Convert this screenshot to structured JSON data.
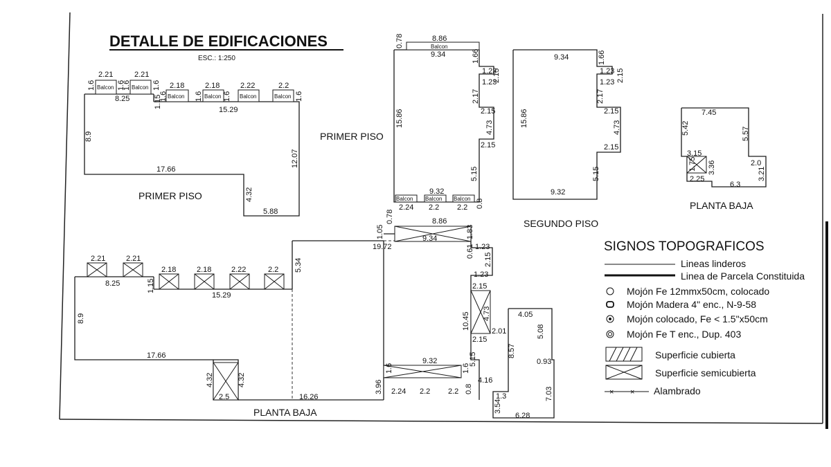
{
  "title": "DETALLE DE EDIFICACIONES",
  "scale": "ESC.: 1:250",
  "floors": {
    "left_first": "PRIMER PISO",
    "mid_first": "PRIMER PISO",
    "second": "SEGUNDO PISO",
    "ground_small": "PLANTA BAJA",
    "ground_large": "PLANTA BAJA"
  },
  "balcon": "Balcon",
  "dims": {
    "lf": [
      "2.21",
      "2.21",
      "1.6",
      "1.6",
      "1.6",
      "1.6",
      "8.25",
      "2.18",
      "2.18",
      "2.22",
      "2.2",
      "1.15",
      "1.6",
      "1.6",
      "1.6",
      "1.6",
      "15.29",
      "8.9",
      "17.66",
      "12.07",
      "4.32",
      "5.88"
    ],
    "mf": [
      "0.78",
      "8.86",
      "9.34",
      "1.66",
      "1.23",
      "1.23",
      "2.15",
      "2.17",
      "2.15",
      "15.86",
      "4.73",
      "2.15",
      "5.15",
      "9.32",
      "2.24",
      "2.2",
      "2.2",
      "0.8"
    ],
    "sf": [
      "9.34",
      "1.66",
      "1.23",
      "1.23",
      "2.15",
      "2.17",
      "2.15",
      "15.86",
      "4.73",
      "2.15",
      "5.15",
      "9.32"
    ],
    "gs": [
      "7.45",
      "5.42",
      "5.57",
      "3.15",
      "1.75",
      "3.36",
      "2.0",
      "3.21",
      "2.25",
      "6.3"
    ],
    "gl": [
      "2.21",
      "2.21",
      "8.25",
      "2.18",
      "2.18",
      "2.22",
      "2.2",
      "1.15",
      "15.29",
      "5.34",
      "8.9",
      "17.66",
      "4.32",
      "4.32",
      "2.5",
      "16.26",
      "3.96",
      "1.05",
      "0.78",
      "8.86",
      "19.72",
      "9.34",
      "1.83",
      "0.61",
      "1.23",
      "2.15",
      "1.23",
      "2.15",
      "10.45",
      "4.73",
      "2.15",
      "5.15",
      "9.32",
      "1.6",
      "1.6",
      "2.24",
      "2.2",
      "2.2",
      "0.8",
      "2.01",
      "4.16",
      "4.05",
      "5.08",
      "8.57",
      "0.93",
      "7.03",
      "1.3",
      "3.54",
      "6.28"
    ]
  },
  "legend": {
    "title": "SIGNOS TOPOGRAFICOS",
    "items": [
      "Lineas linderos",
      "Linea de Parcela Constituida",
      "Mojón Fe 12mmx50cm, colocado",
      "Mojón Madera 4\" enc., N-9-58",
      "Mojón colocado, Fe < 1.5\"x50cm",
      "Mojón Fe T enc., Dup. 403",
      "Superficie cubierta",
      "Superficie semicubierta",
      "Alambrado"
    ]
  }
}
